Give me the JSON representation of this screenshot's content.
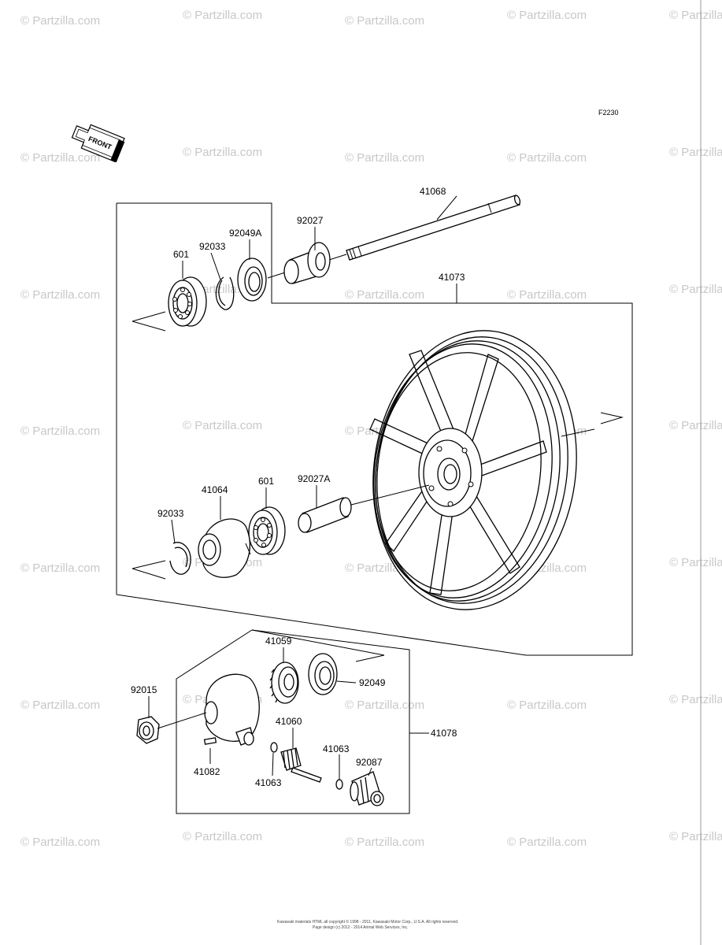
{
  "diagram": {
    "ref_code": "F2230",
    "front_label": "FRONT",
    "watermark": "© Partzilla.com",
    "copyright_line1": "Kawasaki materials HTML all copyright © 1998 - 2011, Kawasaki Motor Corp., U.S.A. All rights reserved.",
    "copyright_line2": "Page design (c) 2012 - 2014 Arimal Web Services, Inc."
  },
  "callouts": {
    "p41068": "41068",
    "p92027": "92027",
    "p92049A": "92049A",
    "p92033_top": "92033",
    "p601_top": "601",
    "p41073": "41073",
    "p41064": "41064",
    "p601_mid": "601",
    "p92027A": "92027A",
    "p92033_mid": "92033",
    "p41059": "41059",
    "p92049": "92049",
    "p92015": "92015",
    "p41060": "41060",
    "p41063_a": "41063",
    "p92087": "92087",
    "p41078": "41078",
    "p41082": "41082",
    "p41063_b": "41063"
  }
}
